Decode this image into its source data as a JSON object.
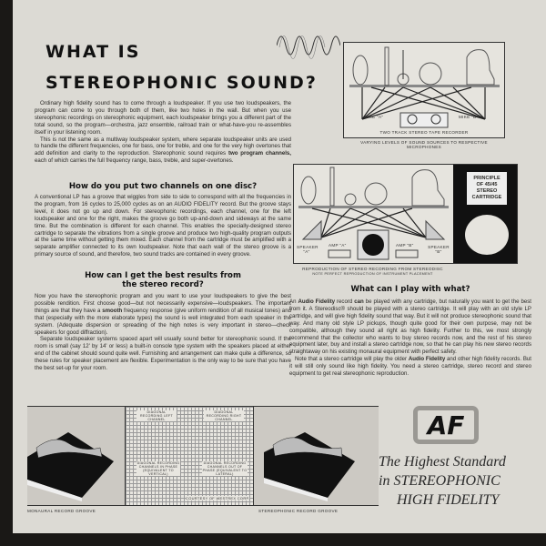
{
  "title": {
    "line1": "WHAT IS",
    "line2": "STEREOPHONIC SOUND?"
  },
  "intro": [
    "Ordinary high fidelity sound has to come through a loudspeaker. If you use two loudspeakers, the program can come to you through both of them, like two holes in the wall. But when you use stereophonic recordings on stereophonic equipment, each loudspeaker brings you a different part of the total sound, so the program—orchestra, jazz ensemble, railroad train or what-have-you re-assembles itself in your listening room.",
    "This is not the same as a multiway loudspeaker system, where separate loudspeaker units are used to handle the different frequencies, one for bass, one for treble, and one for the very high overtones that add definition and clarity to the reproduction. Stereophonic sound requires",
    "two program channels,",
    "each of which carries the full frequency range, bass, treble, and super-overtones."
  ],
  "section1": {
    "heading": "How do you put two channels on one disc?",
    "text": "A conventional LP has a groove that wiggles from side to side to correspond with all the frequencies in the program, from 16 cycles to 25,000 cycles as on an AUDIO FIDELITY record. But the groove stays level, it does not go up and down. For stereophonic recordings, each channel, one for the left loudspeaker and one for the right, makes the groove go both up-and-down and sideways at the same time. But the combination is different for each channel. This enables the specially-designed stereo cartridge to separate the vibrations from a single groove and produce two high-quality program outputs at the same time without getting them mixed. Each channel from the cartridge must be amplified with a separate amplifier connected to its own loudspeaker. Note that each wall of the stereo groove is a primary source of sound, and therefore, two sound tracks are contained in every groove."
  },
  "section2": {
    "heading_line1": "How can I get the best results from",
    "heading_line2": "the stereo record?",
    "p1a": "Now you have the stereophonic program and you want to use your loudspeakers to give the best possible rendition. First choose good—but not necessarily expensive—loudspeakers. The important things are that they have a",
    "p1b": "smooth",
    "p1c": "frequency response (give uniform rendition of all musical tones) and that (especially with the more elaborate types) the sound is well integrated from each speaker in the system. (Adequate dispersion or spreading of the high notes is very important in stereo—check speakers for good diffraction).",
    "p2": "Separate loudspeaker systems spaced apart will usually sound better for stereophonic sound. If the room is small (say 12' by 14' or less) a built-in console type system with the speakers placed at either end of the cabinet should sound quite well. Furnishing and arrangement can make quite a difference, so these rules for speaker placement are flexible. Experimentation is the only way to be sure that you have the best set-up for your room."
  },
  "section3": {
    "heading": "What can I play with what?",
    "p1a": "An",
    "p1b": "Audio Fidelity",
    "p1c": "record",
    "p1d": "can",
    "p1e": "be played with any cartridge, but naturally you want to get the best from it. A Stereodisc® should be played with a stereo cartridge. It will play with an old style LP cartridge, and will give high fidelity sound that way. But it will not produce stereophonic sound that way. And many old style LP pickups, though quite good for their own purpose, may not be compatible, although they sound all right as high fidelity. Further to this, we most strongly recommend that the collector who wants to buy stereo records now, and the rest of his stereo equipment later, buy and install a stereo cartridge now, so that he can play his new stereo records straightaway on his existing monaural equipment with perfect safety.",
    "p2a": "Note that a stereo cartridge will play the older",
    "p2b": "Audio Fidelity",
    "p2c": "and other high fidelity records. But it will still only sound like high fidelity. You need a stereo cartridge, stereo record and stereo equipment to get real stereophonic reproduction."
  },
  "diagram1": {
    "label_mike_a": "MIKE \"A\"",
    "label_mike_b": "MIKE \"B\"",
    "label_recorder": "TWO TRACK STEREO TAPE RECORDER",
    "caption": "VARYING LEVELS OF SOUND SOURCES TO RESPECTIVE MICROPHONES"
  },
  "diagram2": {
    "speaker_a": "SPEAKER \"A\"",
    "speaker_b": "SPEAKER \"B\"",
    "amp_a": "AMP \"A\"",
    "amp_b": "AMP \"B\"",
    "principle": "PRINCIPLE OF 45/45 STEREO CARTRIDGE",
    "caption1": "REPRODUCTION OF STEREO RECORDING FROM STEREODISC",
    "caption2": "NOTE PERFECT REPRODUCTION OF INSTRUMENT PLACEMENT"
  },
  "groove": {
    "mono_caption": "MONAURAL RECORD GROOVE",
    "stereo_caption": "STEREOPHONIC RECORD GROOVE",
    "grid_labels": [
      "DIAGONAL RECORDING LEFT CHANNEL",
      "DIAGONAL RECORDING RIGHT CHANNEL",
      "DIAGONAL RECORDING CHANNELS IN PHASE (EQUIVALENT TO VERTICAL)",
      "DIAGONAL RECORDING CHANNELS OUT OF PHASE (EQUIVALENT TO LATERAL)"
    ],
    "courtesy": "COURTESY OF WESTREX CORP."
  },
  "brand": {
    "logo": "AF",
    "tagline1": "The Highest Standard",
    "tagline2": "in STEREOPHONIC",
    "tagline3": "HIGH FIDELITY"
  }
}
